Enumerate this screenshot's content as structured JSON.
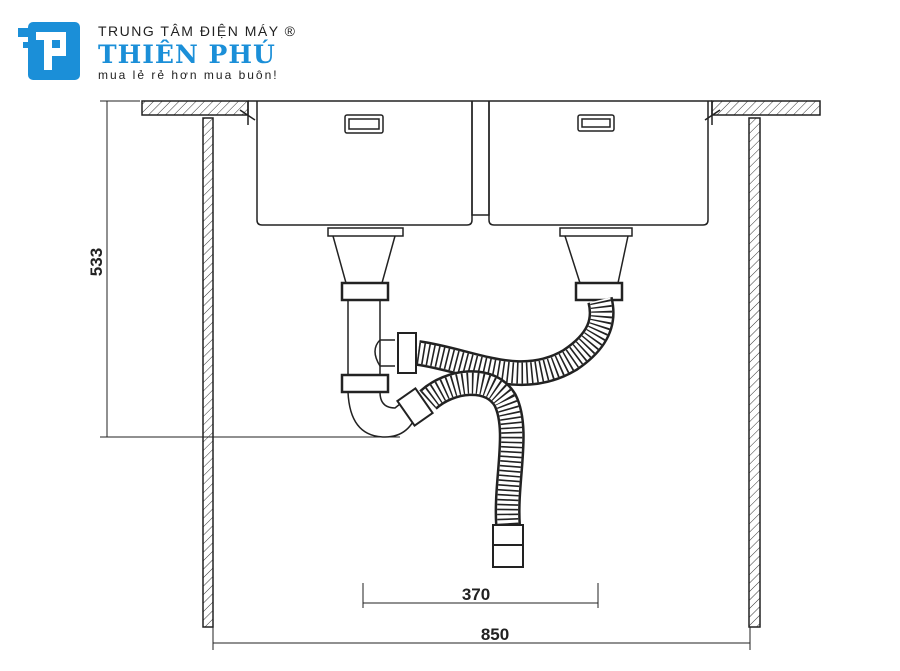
{
  "logo": {
    "top_line": "TRUNG TÂM ĐIỆN MÁY ®",
    "name": "THIÊN PHÚ",
    "slogan": "mua lẻ rẻ hơn mua buôn!",
    "color": "#1b8fd8"
  },
  "dimensions": {
    "height": "533",
    "drain_offset": "370",
    "cabinet_width": "850"
  }
}
